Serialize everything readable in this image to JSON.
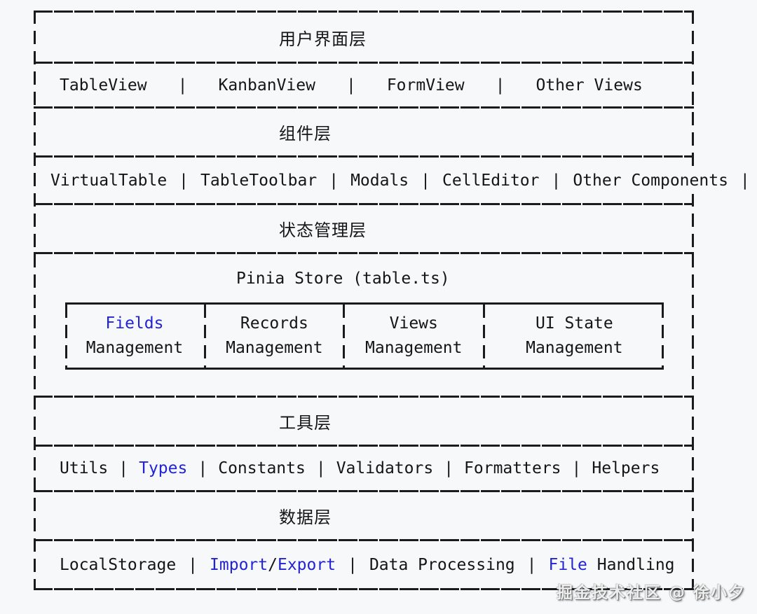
{
  "colors": {
    "bg": "#f7f8fa",
    "line": "#1b1b1b",
    "text": "#151515",
    "accent": "#2323d6"
  },
  "separator": "|",
  "layers": {
    "ui": {
      "title": "用户界面层",
      "items": [
        "TableView",
        "KanbanView",
        "FormView",
        "Other Views"
      ]
    },
    "components": {
      "title": "组件层",
      "items": [
        "VirtualTable",
        "TableToolbar",
        "Modals",
        "CellEditor",
        "Other Components"
      ]
    },
    "state": {
      "title": "状态管理层",
      "store": {
        "title": "Pinia Store (table.ts)",
        "cells": [
          {
            "line1": "Fields",
            "line2": "Management",
            "accent_line1": true
          },
          {
            "line1": "Records",
            "line2": "Management",
            "accent_line1": false
          },
          {
            "line1": "Views",
            "line2": "Management",
            "accent_line1": false
          },
          {
            "line1": "UI State",
            "line2": "Management",
            "accent_line1": false
          }
        ]
      }
    },
    "utils": {
      "title": "工具层",
      "items": [
        {
          "t": "Utils",
          "accent": false
        },
        {
          "t": "Types",
          "accent": true
        },
        {
          "t": "Constants",
          "accent": false
        },
        {
          "t": "Validators",
          "accent": false
        },
        {
          "t": "Formatters",
          "accent": false
        },
        {
          "t": "Helpers",
          "accent": false
        }
      ]
    },
    "data": {
      "title": "数据层",
      "items": [
        {
          "segments": [
            {
              "t": "LocalStorage",
              "accent": false
            }
          ]
        },
        {
          "segments": [
            {
              "t": "Import",
              "accent": true
            },
            {
              "t": "/",
              "accent": false
            },
            {
              "t": "Export",
              "accent": true
            }
          ]
        },
        {
          "segments": [
            {
              "t": "Data Processing",
              "accent": false
            }
          ]
        },
        {
          "segments": [
            {
              "t": "File",
              "accent": true
            },
            {
              "t": " Handling",
              "accent": false
            }
          ]
        }
      ]
    }
  },
  "watermark": {
    "text": "掘金技术社区 @ 徐小夕"
  }
}
